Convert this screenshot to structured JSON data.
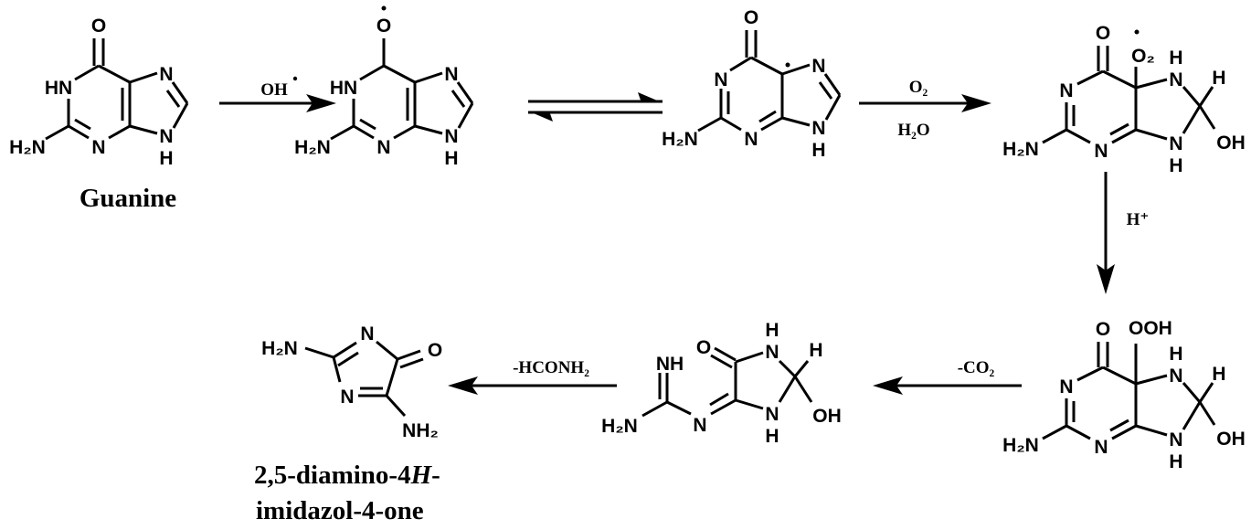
{
  "colors": {
    "ink": "#000000",
    "background": "#ffffff"
  },
  "names": {
    "guanine": "Guanine",
    "product_line1_a": "2,5-diamino-4",
    "product_line1_b": "H",
    "product_line1_c": "-",
    "product_line2": "imidazol-4-one"
  },
  "reagents": {
    "step1": "OH",
    "step3_top": "O₂",
    "step3_bottom": "H₂O",
    "step4": "H⁺",
    "step5": "-CO₂",
    "step6": "-HCONH₂"
  },
  "atoms": {
    "O": "O",
    "N": "N",
    "H": "H",
    "HN": "HN",
    "NH": "NH",
    "H2N": "H₂N",
    "NH2": "NH₂",
    "OH": "OH",
    "O2": "O₂",
    "OOH": "OOH"
  }
}
